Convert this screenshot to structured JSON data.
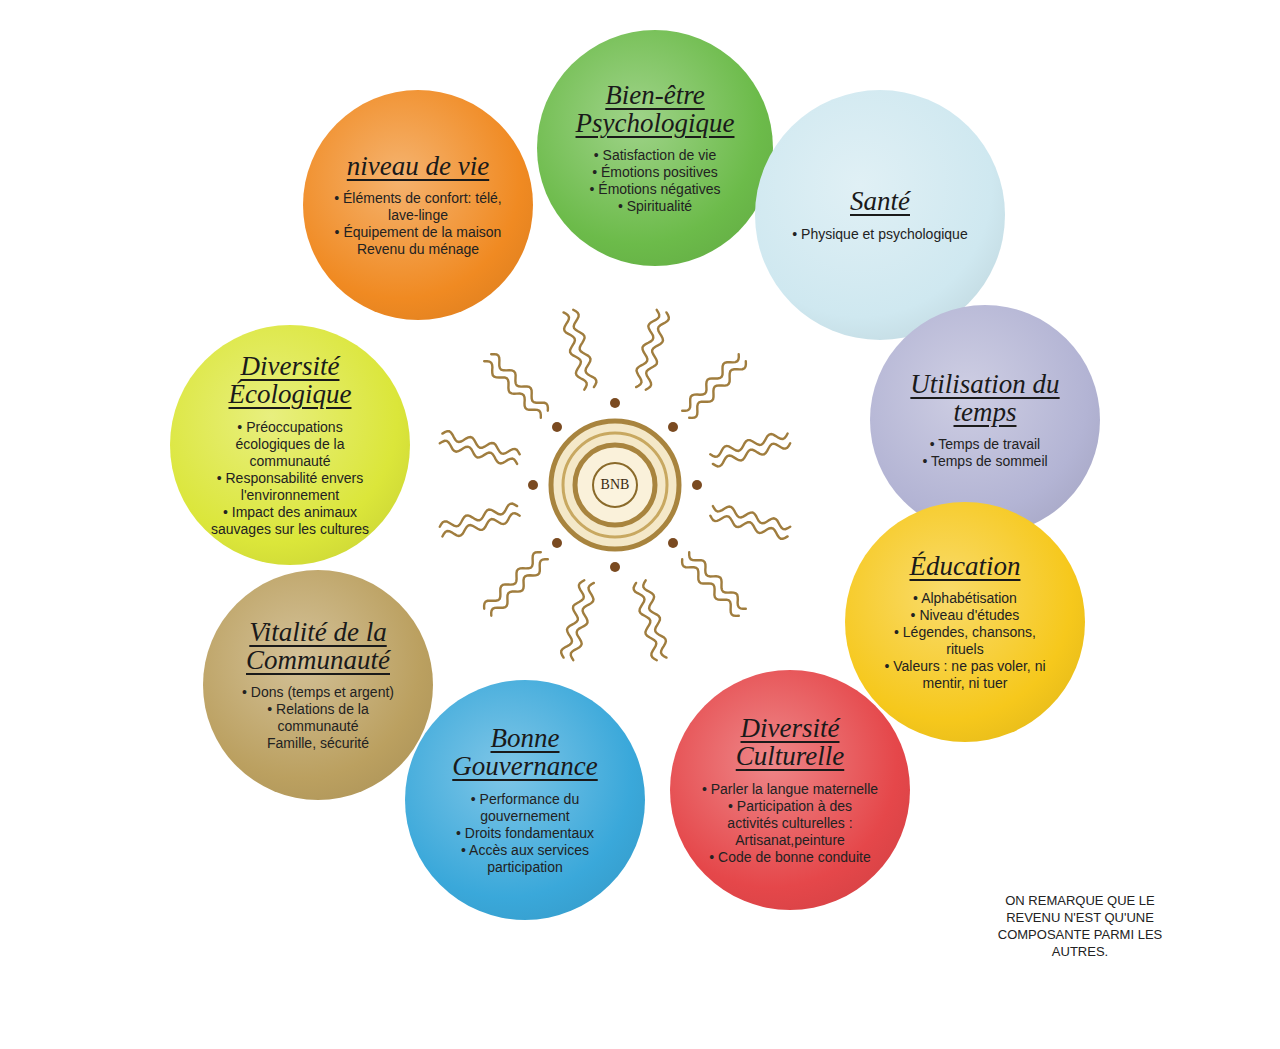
{
  "diagram": {
    "nodes": [
      {
        "text": [
          "niveau de vie",
          "• Éléments de confort: télé, lave-linge",
          "• Équipement de la maison",
          "Revenu du ménage"
        ]
      },
      {
        "text": [
          "Bien-être Psychologique",
          "• Satisfaction de vie",
          "• Émotions positives",
          "• Émotions négatives",
          "• Spiritualité"
        ]
      },
      {
        "text": [
          "Santé",
          "• Physique et psychologique"
        ]
      },
      {
        "text": [
          "Utilisation du temps",
          "• Temps de travail",
          "• Temps de sommeil"
        ]
      },
      {
        "text": [
          "Éducation",
          "• Alphabétisation",
          "• Niveau d'études",
          "• Légendes, chansons, rituels",
          "• Valeurs : ne pas voler, ni mentir, ni tuer"
        ]
      },
      {
        "text": [
          "Diversité Culturelle",
          "• Parler la langue maternelle",
          "• Participation à des activités culturelles : Artisanat,peinture",
          "• Code de bonne conduite"
        ]
      },
      {
        "text": [
          "Bonne Gouvernance",
          "• Performance du gouvernement",
          "• Droits fondamentaux",
          "• Accès aux services participation"
        ]
      },
      {
        "text": [
          "Vitalité de la Communauté",
          "• Dons (temps et argent)",
          "• Relations de la communauté",
          "Famille, sécurité"
        ]
      },
      {
        "text": [
          "Diversité Écologique",
          "• Préoccupations écologiques de la communauté",
          "• Responsabilité envers l'environnement",
          "• Impact des animaux sauvages sur les cultures"
        ]
      },
      {
        "text": [
          "BNB"
        ]
      }
    ],
    "labels": [
      "ON REMARQUE QUE LE REVENU N'EST QU'UNE COMPOSANTE PARMI LES AUTRES."
    ]
  }
}
